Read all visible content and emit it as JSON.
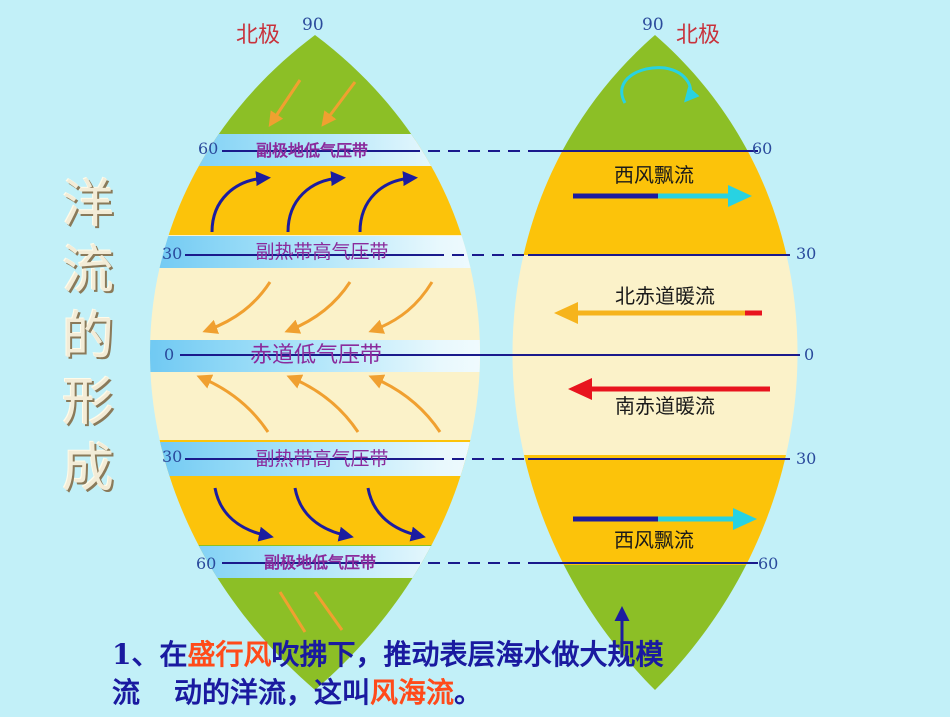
{
  "title_vertical": [
    "洋",
    "流",
    "的",
    "形",
    "成"
  ],
  "left_globe": {
    "pole_label": "北极",
    "pole_value": "90",
    "lat_labels": {
      "lat60_top": "60",
      "lat30_top": "30",
      "lat0": "0",
      "lat30_bottom": "30",
      "lat60_bottom": "60"
    },
    "belts": {
      "belt60_top": "副极地低气压带",
      "belt30_top": "副热带高气压带",
      "belt0": "赤道低气压带",
      "belt30_bottom": "副热带高气压带",
      "belt60_bottom": "副极地低气压带"
    }
  },
  "right_globe": {
    "pole_label": "北极",
    "pole_value": "90",
    "lat_labels": {
      "lat60_top": "60",
      "lat30_top": "30",
      "lat0": "0",
      "lat30_bottom": "30",
      "lat60_bottom": "60"
    },
    "currents": {
      "westerly_top": "西风飘流",
      "north_equatorial": "北赤道暖流",
      "south_equatorial": "南赤道暖流",
      "westerly_bottom": "西风飘流"
    }
  },
  "caption": {
    "line1_prefix": "1、在",
    "line1_highlight": "盛行风",
    "line1_suffix": "吹拂下，推动表层海水做大规模",
    "line2_a": "流",
    "line2_b": "动的洋流，这叫",
    "line2_highlight": "风海流",
    "line2_end": "。"
  },
  "colors": {
    "background": "#c2f0f8",
    "polar": "#8cbf26",
    "westerly_zone": "#fcc30a",
    "trade_zone": "#fbf2c9",
    "belt": "#62c6f2",
    "line": "#1a1a8c",
    "label_red": "#c8323c",
    "label_purple": "#8a2a9c",
    "arrow_navy": "#1c1ca0",
    "arrow_orange": "#f0a030",
    "arrow_cyan": "#28d2e2",
    "arrow_red": "#e8141e"
  }
}
